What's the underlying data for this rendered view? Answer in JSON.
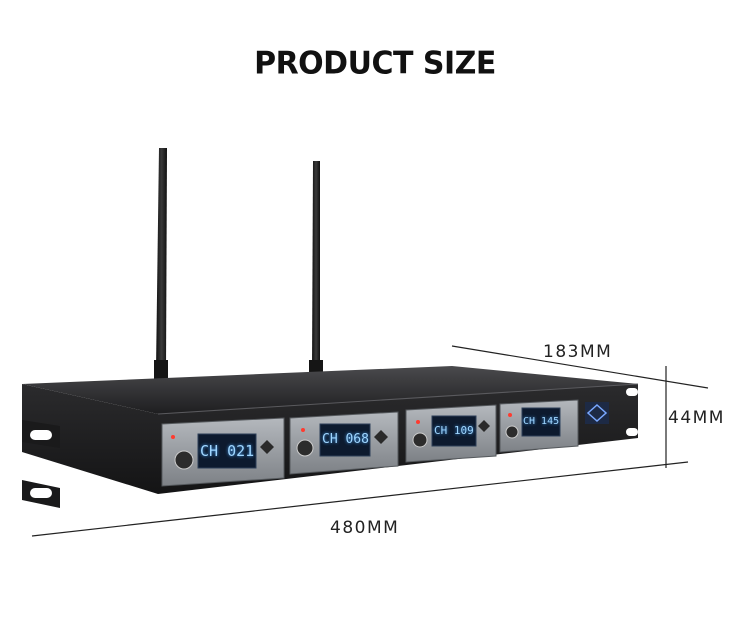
{
  "title": "PRODUCT SIZE",
  "dimensions": {
    "depth": "183MM",
    "height": "44MM",
    "width": "480MM"
  },
  "channels": [
    {
      "display": "CH 021"
    },
    {
      "display": "CH 068"
    },
    {
      "display": "CH 109"
    },
    {
      "display": "CH 145"
    }
  ],
  "colors": {
    "chassis": "#2a2a2c",
    "panel": "#9a9ea3",
    "lcd": "#0d1a2e",
    "lcd_text": "#9fd6ff"
  }
}
